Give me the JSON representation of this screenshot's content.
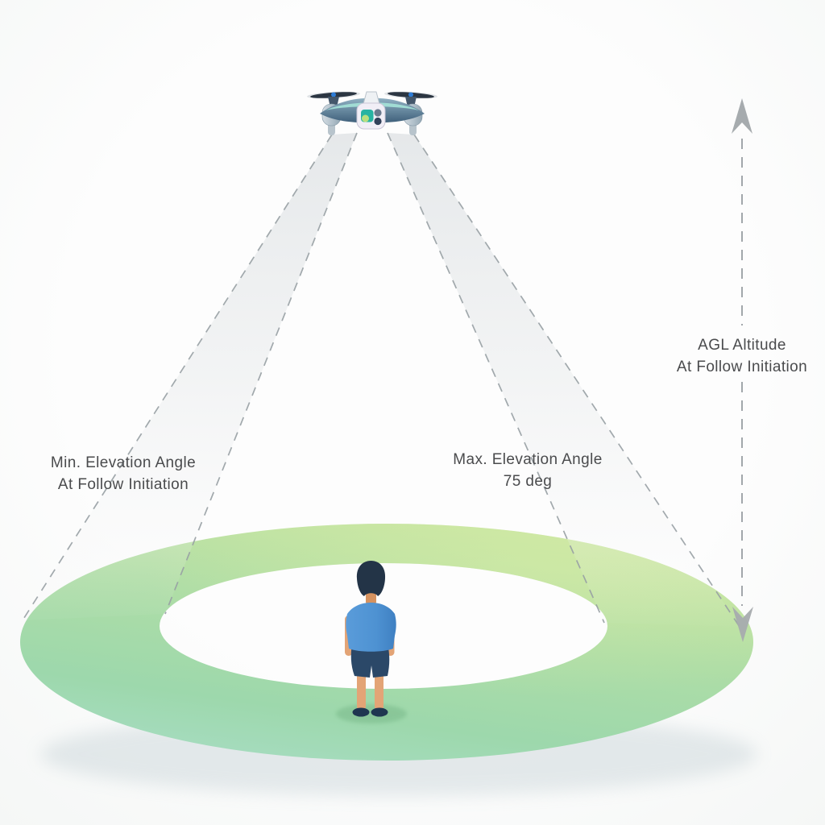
{
  "diagram": {
    "subject": "drone-follow-mode-geometry",
    "labels": {
      "min_elevation": {
        "line1": "Min. Elevation Angle",
        "line2": "At Follow Initiation"
      },
      "max_elevation": {
        "line1": "Max. Elevation Angle",
        "line2": "75 deg"
      },
      "agl_altitude": {
        "line1": "AGL Altitude",
        "line2": "At Follow Initiation"
      }
    },
    "values": {
      "max_elevation_deg": "75"
    }
  },
  "colors": {
    "text": "#4a4b4d",
    "dash_gray": "#98a0a4",
    "agl_dash_gray": "#a2a7ab",
    "arrow_gray": "#a6abae",
    "ring_yellow_green": "#cae6a1",
    "ring_green": "#aedda6",
    "ring_mint": "#9dd8ac",
    "ring_mint_edge": "#a6dcc0",
    "ring_shadow": "#aebfc6",
    "person_shadow_green": "#79b98a",
    "beam_gray": "#e4e7e9",
    "shirt_blue": "#4e92d2",
    "shirt_blue_dark": "#3f80c2",
    "shorts_navy": "#2b4868",
    "skin": "#e3a476",
    "skin_dark": "#d6925f",
    "hair_navy": "#233447",
    "shoe_navy": "#1f3650",
    "drone_body_light": "#8fb0c2",
    "drone_body_dark": "#3f607b",
    "drone_teal_sheen": "#a5e3d8",
    "drone_nacelle_light": "#d4dde3",
    "drone_nacelle_dark": "#93a7b4",
    "drone_leg_gray": "#b8c4cc",
    "prop_dark": "#2c3642",
    "prop_hub_blue": "#2e7cd6",
    "pod_white": "#f1eef6",
    "pod_border": "#c9c5d6",
    "pod_screen_teal": "#28b3a2",
    "pod_screen_blob": "#b9df7e",
    "pod_lens_top": "#6b7a8e",
    "pod_lens_bottom": "#32415a",
    "canopy_white": "#eef1f4"
  }
}
